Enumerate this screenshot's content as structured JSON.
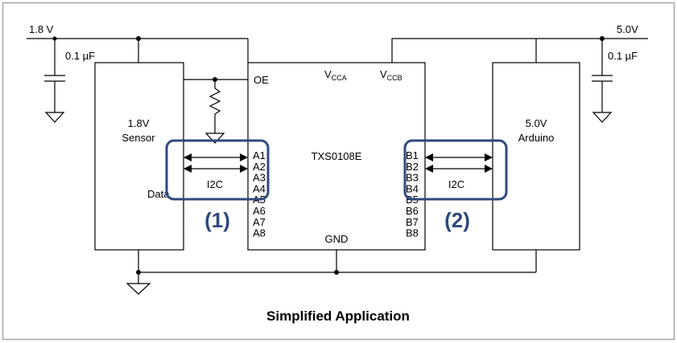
{
  "rail_left_label": "1.8 V",
  "rail_right_label": "5.0V",
  "cap_left_label": "0.1 µF",
  "cap_right_label": "0.1 µF",
  "sensor_label_line1": "1.8V",
  "sensor_label_line2": "Sensor",
  "data_label": "Data",
  "arduino_label_line1": "5.0V",
  "arduino_label_line2": "Arduino",
  "chip_name": "TXS0108E",
  "oe_label": "OE",
  "vcca_main": "V",
  "vcca_sub": "CCA",
  "vccb_main": "V",
  "vccb_sub": "CCB",
  "gnd_label": "GND",
  "pins_a": [
    "A1",
    "A2",
    "A3",
    "A4",
    "A5",
    "A6",
    "A7",
    "A8"
  ],
  "pins_b": [
    "B1",
    "B2",
    "B3",
    "B4",
    "B5",
    "B6",
    "B7",
    "B8"
  ],
  "i2c_left_label": "I2C",
  "i2c_right_label": "I2C",
  "callout_left": "(1)",
  "callout_right": "(2)",
  "caption": "Simplified Application",
  "colors": {
    "callout": "#2e4a7d",
    "line": "#000000",
    "frame": "#a6a6a6"
  }
}
